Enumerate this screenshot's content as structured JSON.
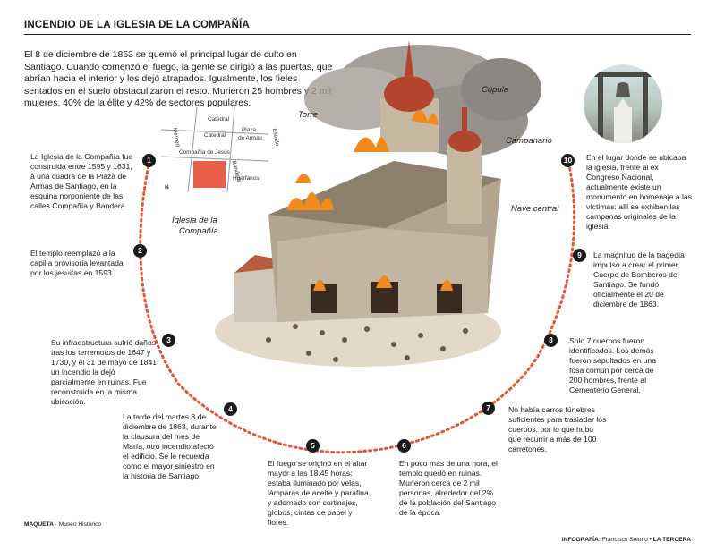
{
  "title": "INCENDIO DE LA IGLESIA DE LA COMPAÑÍA",
  "intro": "El 8 de diciembre de 1863 se quemó el principal lugar de culto en Santiago. Cuando comenzó el fuego, la gente se dirigió a las puertas, que abrían hacia el interior y los dejó atrapados. Igualmente, los fieles sentados en el suelo obstaculizaron el resto. Murieron 25 hombres y 2 mil mujeres, 40% de la élite y 42% de sectores populares.",
  "labels": {
    "cupula": "Cúpula",
    "torre": "Torre",
    "campanario": "Campanario",
    "nave": "Nave central",
    "iglesia_line1": "Iglesia de la",
    "iglesia_line2": "Compañía"
  },
  "map": {
    "catedral_top": "Catedral",
    "catedral": "Catedral",
    "plaza_line1": "Plaza",
    "plaza_line2": "de Armas",
    "merced": "Merced",
    "estado": "Estado",
    "compania": "Compañía de Jesús",
    "bandera": "Bandera",
    "huerfanos": "Huérfanos",
    "north": "N"
  },
  "steps": [
    {
      "num": "1",
      "text": "La Iglesia de la Compañía fue construida entre 1595 y 1631, a una cuadra de la Plaza de Armas de Santiago, en la esquina norponiente de las calles Compañía y Bandera."
    },
    {
      "num": "2",
      "text": "El templo reemplazó a la capilla provisoria levantada por los jesuitas en 1593."
    },
    {
      "num": "3",
      "text": "Su infraestructura sufrió daños tras los terremotos de 1647 y 1730, y el 31 de mayo de 1841 un incendio la dejó parcialmente en ruinas. Fue reconstruida en la misma ubicación."
    },
    {
      "num": "4",
      "text": "La tarde del martes 8 de diciembre de 1863, durante la clausura del mes de María, otro incendio afectó el edificio. Se le recuerda como el mayor siniestro en la historia de Santiago."
    },
    {
      "num": "5",
      "text": "El fuego se originó en el altar mayor a las 18.45 horas: estaba iluminado por velas, lámparas de aceite y parafina, y adornado con cortinajes, globos, cintas de papel y flores."
    },
    {
      "num": "6",
      "text": "En poco más de una hora, el templo quedó en ruinas. Murieron cerca de 2 mil personas, alrededor del 2% de la población del Santiago de la época."
    },
    {
      "num": "7",
      "text": "No había carros fúnebres suficientes para trasladar los cuerpos, por lo que hubo que recurrir a más de 100 carretones."
    },
    {
      "num": "8",
      "text": "Solo 7 cuerpos fueron identificados. Los demás fueron sepultados en una fosa común por cerca de 200 hombres, frente al Cementerio General."
    },
    {
      "num": "9",
      "text": "La magnitud de la tragedia impulsó a crear el primer Cuerpo de Bomberos de Santiago. Se fundó oficialmente el 20 de diciembre de 1863."
    },
    {
      "num": "10",
      "text": "En el lugar donde se ubicaba la iglesia, frente al ex Congreso Nacional, actualmente existe un monumento en homenaje a las víctimas: allí se exhiben las campanas originales de la iglesia."
    }
  ],
  "footer": {
    "maqueta_label": "MAQUETA",
    "maqueta_source": "Museo Histórico",
    "infografia_label": "INFOGRAFÍA:",
    "infografia_author": "Francisco Solorio",
    "brand": "LA TERCERA"
  },
  "colors": {
    "dots": "#e0573a",
    "map_block": "#e8604a",
    "fire": "#f08a1c",
    "stone": "#a89a86"
  }
}
